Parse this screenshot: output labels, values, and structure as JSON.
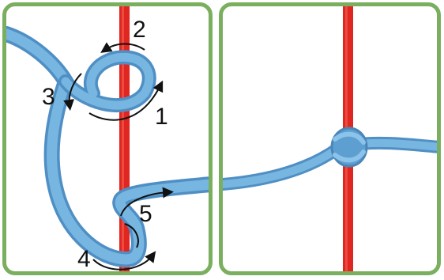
{
  "colors": {
    "panel_border": "#7aaf5f",
    "rope_red": "#e02620",
    "rope_blue": "#6aa6d6",
    "arrow": "#111111"
  },
  "steps": {
    "one": "1",
    "two": "2",
    "three": "3",
    "four": "4",
    "five": "5"
  }
}
